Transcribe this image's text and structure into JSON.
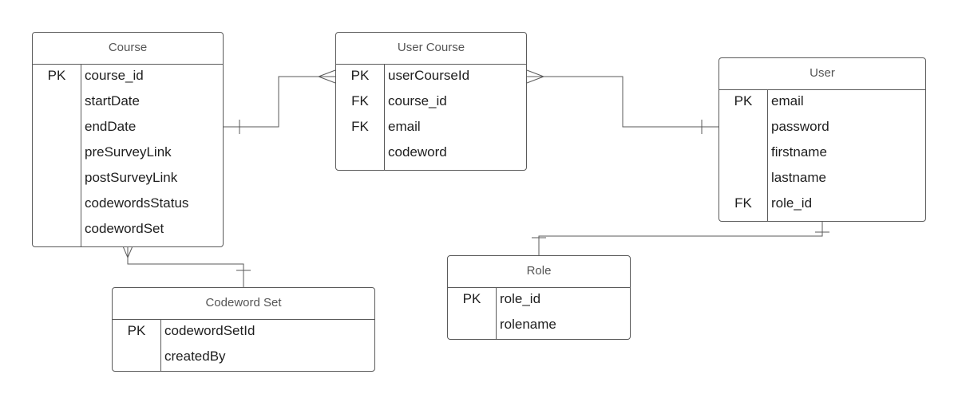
{
  "entities": {
    "course": {
      "title": "Course",
      "attributes": [
        {
          "key": "PK",
          "name": "course_id"
        },
        {
          "key": "",
          "name": "startDate"
        },
        {
          "key": "",
          "name": "endDate"
        },
        {
          "key": "",
          "name": "preSurveyLink"
        },
        {
          "key": "",
          "name": "postSurveyLink"
        },
        {
          "key": "",
          "name": "codewordsStatus"
        },
        {
          "key": "",
          "name": "codewordSet"
        }
      ]
    },
    "user_course": {
      "title": "User Course",
      "attributes": [
        {
          "key": "PK",
          "name": "userCourseId"
        },
        {
          "key": "FK",
          "name": "course_id"
        },
        {
          "key": "FK",
          "name": "email"
        },
        {
          "key": "",
          "name": "codeword"
        }
      ]
    },
    "user": {
      "title": "User",
      "attributes": [
        {
          "key": "PK",
          "name": "email"
        },
        {
          "key": "",
          "name": "password"
        },
        {
          "key": "",
          "name": "firstname"
        },
        {
          "key": "",
          "name": "lastname"
        },
        {
          "key": "FK",
          "name": "role_id"
        }
      ]
    },
    "codeword_set": {
      "title": "Codeword Set",
      "attributes": [
        {
          "key": "PK",
          "name": "codewordSetId"
        },
        {
          "key": "",
          "name": "createdBy"
        }
      ]
    },
    "role": {
      "title": "Role",
      "attributes": [
        {
          "key": "PK",
          "name": "role_id"
        },
        {
          "key": "",
          "name": "rolename"
        }
      ]
    }
  },
  "relationships": [
    {
      "name": "course-to-user-course",
      "from": "Course",
      "to": "User Course",
      "from_end": "one",
      "to_end": "many"
    },
    {
      "name": "user-course-to-user",
      "from": "User Course",
      "to": "User",
      "from_end": "many",
      "to_end": "one"
    },
    {
      "name": "course-to-codeword-set",
      "from": "Course",
      "to": "Codeword Set",
      "from_end": "many",
      "to_end": "one"
    },
    {
      "name": "user-to-role",
      "from": "User",
      "to": "Role",
      "from_end": "one",
      "to_end": "one"
    }
  ],
  "colors": {
    "line": "#5a5a5a",
    "header_text": "#555555",
    "text": "#1e1e1e"
  }
}
